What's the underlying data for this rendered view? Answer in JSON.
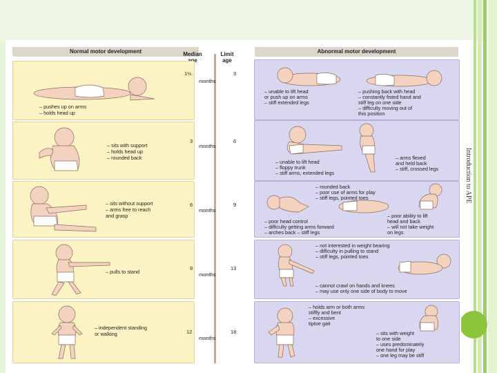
{
  "slide": {
    "caption": "Introduction to APE",
    "colors": {
      "top_band": "#eef6e4",
      "stripe": "#9ccc68",
      "circle": "#8cc43c"
    }
  },
  "figure": {
    "header_normal": "Normal motor development",
    "header_median": "Median age",
    "header_limit": "Limit age",
    "header_abnormal": "Abnormal motor development",
    "colors": {
      "normal_card": "#fbf3c4",
      "abnormal_card": "#d9d6ef",
      "header": "#ddd6cc"
    },
    "stages": [
      {
        "median": "1½",
        "limit": "3",
        "unit": "months",
        "normal_lines": [
          "– pushes up on arms",
          "– holds head up"
        ],
        "abnormal_left": [
          "– unable to lift head",
          "  or push up on arms",
          "– stiff extended legs"
        ],
        "abnormal_right": [
          "– pushing back with head",
          "– constantly fisted hand and",
          "  stiff leg on one side",
          "– difficulty moving out of",
          "  this position"
        ]
      },
      {
        "median": "3",
        "limit": "6",
        "unit": "months",
        "normal_lines": [
          "– sits with support",
          "– holds head up",
          "– rounded back"
        ],
        "abnormal_left": [
          "– unable to lift head",
          "– floppy trunk",
          "– stiff arms, extended legs"
        ],
        "abnormal_right": [
          "– arms flexed",
          "  and held back",
          "– stiff, crossed legs"
        ]
      },
      {
        "median": "6",
        "limit": "9",
        "unit": "months",
        "normal_lines": [
          "– sits without support",
          "– arms free to reach",
          "  and grasp"
        ],
        "abnormal_top": [
          "– rounded back",
          "– poor use of arms for play",
          "– stiff legs, pointed toes"
        ],
        "abnormal_left": [
          "– poor head control",
          "– difficulty getting arms forward",
          "– arches back – stiff legs"
        ],
        "abnormal_right": [
          "– poor ability to lift",
          "  head and back",
          "– will not take weight",
          "  on legs"
        ]
      },
      {
        "median": "9",
        "limit": "13",
        "unit": "months",
        "normal_lines": [
          "– pulls to stand"
        ],
        "abnormal_top": [
          "– not interested in weight bearing",
          "– difficulty in pulling to stand",
          "– stiff legs, pointed toes"
        ],
        "abnormal_bottom": [
          "– cannot crawl on hands and knees",
          "– may use only one side of body to move"
        ]
      },
      {
        "median": "12",
        "limit": "18",
        "unit": "months",
        "normal_lines": [
          "– independent standing",
          "  or walking"
        ],
        "abnormal_top": [
          "– holds arm or both arms",
          "  stiffly and bent",
          "– excessive",
          "  tiptoe gait"
        ],
        "abnormal_right": [
          "– sits with weight",
          "  to one side",
          "– uses predominately",
          "  one hand for play",
          "– one leg may be stiff"
        ]
      }
    ]
  }
}
